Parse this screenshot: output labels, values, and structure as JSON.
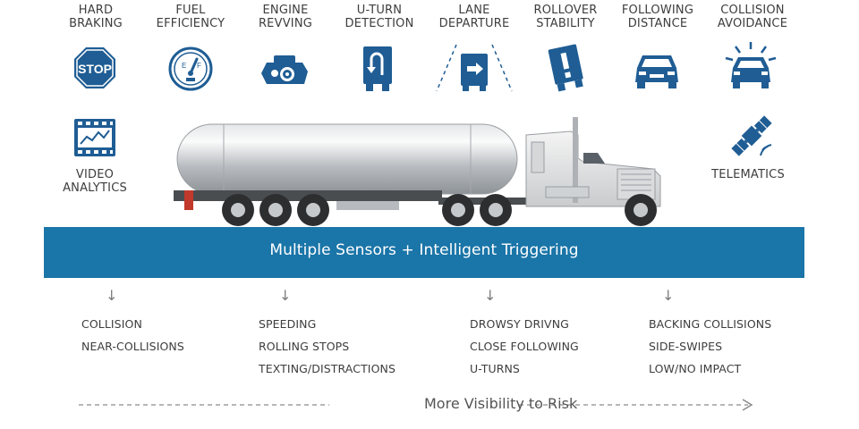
{
  "features": [
    {
      "id": "hard-braking",
      "label": "HARD\nBRAKING",
      "icon": "stop-sign-icon"
    },
    {
      "id": "fuel-efficiency",
      "label": "FUEL\nEFFICIENCY",
      "icon": "fuel-gauge-icon"
    },
    {
      "id": "engine-revving",
      "label": "ENGINE\nREVVING",
      "icon": "engine-icon"
    },
    {
      "id": "u-turn-detection",
      "label": "U-TURN\nDETECTION",
      "icon": "u-turn-truck-icon"
    },
    {
      "id": "lane-departure",
      "label": "LANE\nDEPARTURE",
      "icon": "lane-departure-icon"
    },
    {
      "id": "rollover-stability",
      "label": "ROLLOVER\nSTABILITY",
      "icon": "rollover-truck-icon"
    },
    {
      "id": "following-distance",
      "label": "FOLLOWING\nDISTANCE",
      "icon": "car-icon"
    },
    {
      "id": "collision-avoidance",
      "label": "COLLISION\nAVOIDANCE",
      "icon": "collision-car-icon"
    },
    {
      "id": "video-analytics",
      "label": "VIDEO\nANALYTICS",
      "icon": "video-chart-icon"
    },
    {
      "id": "telematics",
      "label": "TELEMATICS",
      "icon": "satellite-icon"
    }
  ],
  "banner": {
    "text": "Multiple Sensors + Intelligent Triggering"
  },
  "risk_columns": [
    {
      "items": [
        "COLLISION",
        "NEAR-COLLISIONS"
      ]
    },
    {
      "items": [
        "SPEEDING",
        "ROLLING STOPS",
        "TEXTING/DISTRACTIONS"
      ]
    },
    {
      "items": [
        "DROWSY DRIVNG",
        "CLOSE FOLLOWING",
        "U-TURNS"
      ]
    },
    {
      "items": [
        "BACKING COLLISIONS",
        "SIDE-SWIPES",
        "LOW/NO IMPACT"
      ]
    }
  ],
  "footer": {
    "text": "More Visibility to Risk"
  },
  "colors": {
    "accent": "#1a75a8",
    "icon": "#1f5d94",
    "text": "#3d3d3d"
  }
}
